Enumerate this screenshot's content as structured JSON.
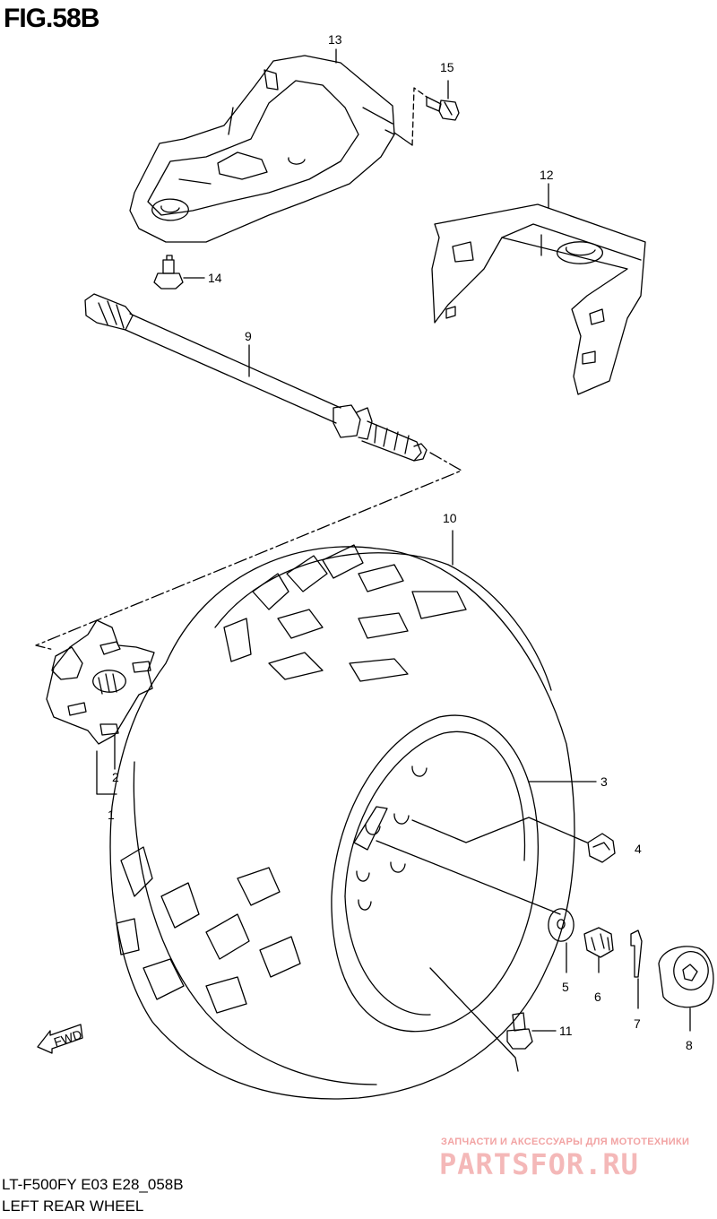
{
  "figure": {
    "title": "FIG.58B"
  },
  "footer": {
    "model_code": "LT-F500FY E03 E28_058B",
    "diagram_name": "LEFT REAR WHEEL"
  },
  "fwd_label": "FWD",
  "watermark": {
    "subtitle": "ЗАПЧАСТИ И АКСЕССУАРЫ ДЛЯ МОТОТЕХНИКИ",
    "logo": "PARTSFOR.RU",
    "color": "#f4b8b8"
  },
  "callouts": {
    "p1": "1",
    "p2": "2",
    "p3": "3",
    "p4": "4",
    "p5": "5",
    "p6": "6",
    "p7": "7",
    "p8": "8",
    "p9": "9",
    "p10": "10",
    "p11": "11",
    "p12": "12",
    "p13": "13",
    "p14": "14",
    "p15": "15"
  }
}
